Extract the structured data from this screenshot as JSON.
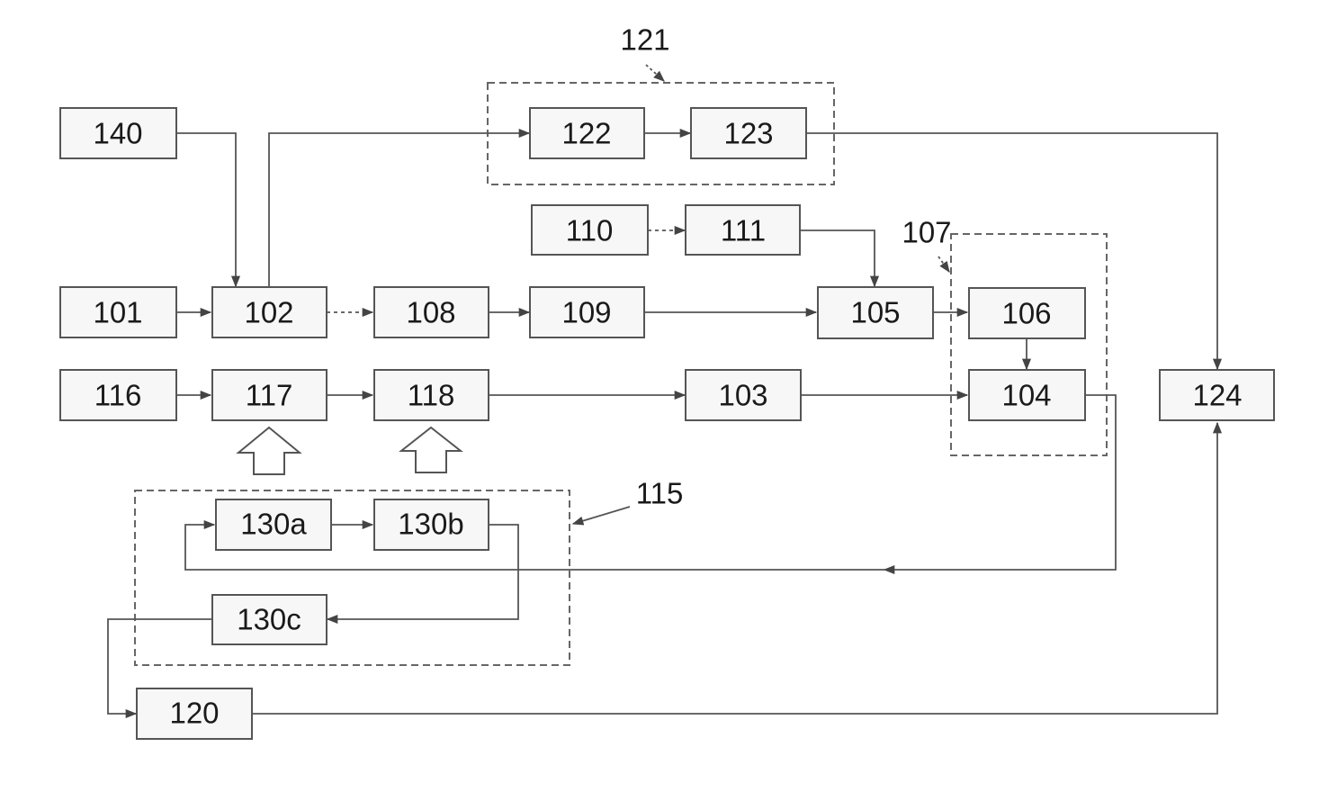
{
  "blocks": {
    "b140": "140",
    "b101": "101",
    "b102": "102",
    "b108": "108",
    "b109": "109",
    "b105": "105",
    "b110": "110",
    "b111": "111",
    "b122": "122",
    "b123": "123",
    "b106": "106",
    "b104": "104",
    "b103": "103",
    "b116": "116",
    "b117": "117",
    "b118": "118",
    "b124": "124",
    "b130a": "130a",
    "b130b": "130b",
    "b130c": "130c",
    "b120": "120"
  },
  "groups": {
    "g121": "121",
    "g107": "107",
    "g115": "115"
  }
}
